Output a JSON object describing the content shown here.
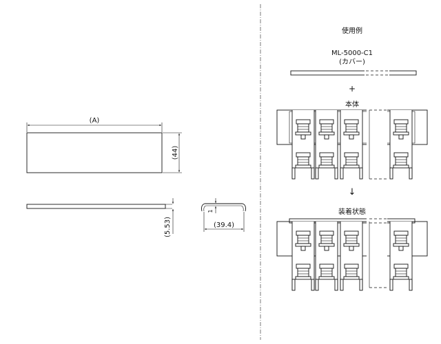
{
  "left_view": {
    "dim_a": "(A)",
    "dim_height": "(44)",
    "dim_thickness": "(5.53)",
    "dim_profile_width": "(39.4)",
    "dim_lip": "1"
  },
  "right_view": {
    "heading": "使用例",
    "part_number": "ML-5000-C1",
    "part_name": "(カバー)",
    "plus_symbol": "+",
    "body_label": "本体",
    "arrow_symbol": "↓",
    "assembled_label": "装着状態"
  }
}
